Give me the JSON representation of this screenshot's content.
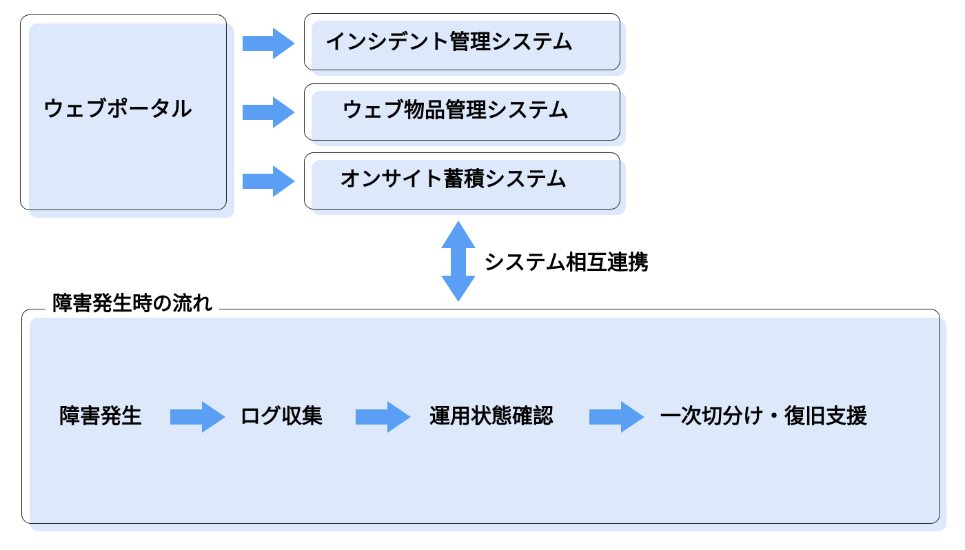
{
  "portal": {
    "label": "ウェブポータル"
  },
  "systems": [
    {
      "label": "インシデント管理システム"
    },
    {
      "label": "ウェブ物品管理システム"
    },
    {
      "label": "オンサイト蓄積システム"
    }
  ],
  "link": {
    "label": "システム相互連携"
  },
  "flow": {
    "title": "障害発生時の流れ",
    "steps": [
      {
        "label": "障害発生"
      },
      {
        "label": "ログ収集"
      },
      {
        "label": "運用状態確認"
      },
      {
        "label": "一次切分け・復旧支援"
      }
    ]
  },
  "colors": {
    "arrow": "#5b9ff5",
    "fill": "#dde9fb",
    "border": "#222222"
  }
}
